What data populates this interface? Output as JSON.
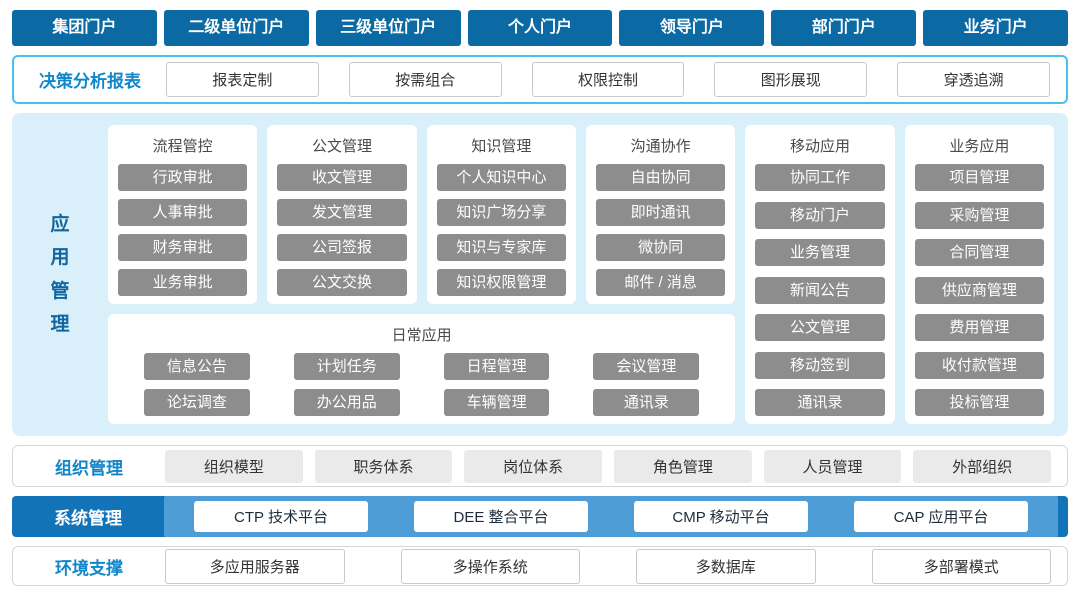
{
  "portals": [
    "集团门户",
    "二级单位门户",
    "三级单位门户",
    "个人门户",
    "领导门户",
    "部门门户",
    "业务门户"
  ],
  "decision": {
    "label": "决策分析报表",
    "items": [
      "报表定制",
      "按需组合",
      "权限控制",
      "图形展现",
      "穿透追溯"
    ]
  },
  "app": {
    "label": "应用管理",
    "columns": [
      {
        "title": "流程管控",
        "items": [
          "行政审批",
          "人事审批",
          "财务审批",
          "业务审批"
        ]
      },
      {
        "title": "公文管理",
        "items": [
          "收文管理",
          "发文管理",
          "公司签报",
          "公文交换"
        ]
      },
      {
        "title": "知识管理",
        "items": [
          "个人知识中心",
          "知识广场分享",
          "知识与专家库",
          "知识权限管理"
        ]
      },
      {
        "title": "沟通协作",
        "items": [
          "自由协同",
          "即时通讯",
          "微协同",
          "邮件 / 消息"
        ]
      },
      {
        "title": "移动应用",
        "items": [
          "协同工作",
          "移动门户",
          "业务管理",
          "新闻公告",
          "公文管理",
          "移动签到",
          "通讯录"
        ]
      },
      {
        "title": "业务应用",
        "items": [
          "项目管理",
          "采购管理",
          "合同管理",
          "供应商管理",
          "费用管理",
          "收付款管理",
          "投标管理"
        ]
      }
    ],
    "daily": {
      "title": "日常应用",
      "items": [
        "信息公告",
        "计划任务",
        "日程管理",
        "会议管理",
        "论坛调查",
        "办公用品",
        "车辆管理",
        "通讯录"
      ]
    }
  },
  "org": {
    "label": "组织管理",
    "items": [
      "组织模型",
      "职务体系",
      "岗位体系",
      "角色管理",
      "人员管理",
      "外部组织"
    ]
  },
  "system": {
    "label": "系统管理",
    "items": [
      "CTP 技术平台",
      "DEE 整合平台",
      "CMP 移动平台",
      "CAP 应用平台"
    ]
  },
  "env": {
    "label": "环境支撑",
    "items": [
      "多应用服务器",
      "多操作系统",
      "多数据库",
      "多部署模式"
    ]
  },
  "colors": {
    "portal_blue": "#0b69a3",
    "accent_blue": "#1286c9",
    "border_blue": "#45c2ee",
    "panel_blue": "#d9effa",
    "chip_gray": "#8d8d8d",
    "system_blue": "#1373b8"
  }
}
